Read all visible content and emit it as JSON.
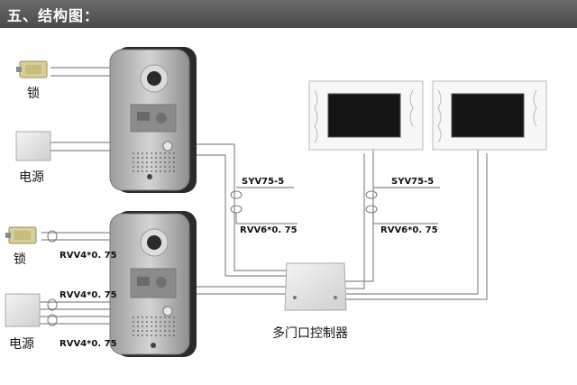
{
  "header": {
    "title": "五、结构图："
  },
  "labels": {
    "lock_top": "锁",
    "power_top": "电源",
    "lock_bottom": "锁",
    "power_bottom": "电源",
    "controller": "多门口控制器"
  },
  "cables": {
    "syv_left": "SYV75-5",
    "rvv6_left": "RVV6*0. 75",
    "syv_right": "SYV75-5",
    "rvv6_right": "RVV6*0. 75",
    "rvv4_lock": "RVV4*0. 75",
    "rvv4_power_a": "RVV4*0. 75",
    "rvv4_power_b": "RVV4*0. 75"
  },
  "colors": {
    "header_bg": "#555555",
    "wire": "#8a8a8a",
    "panel": "#b9b9b9",
    "screen": "#151515"
  }
}
